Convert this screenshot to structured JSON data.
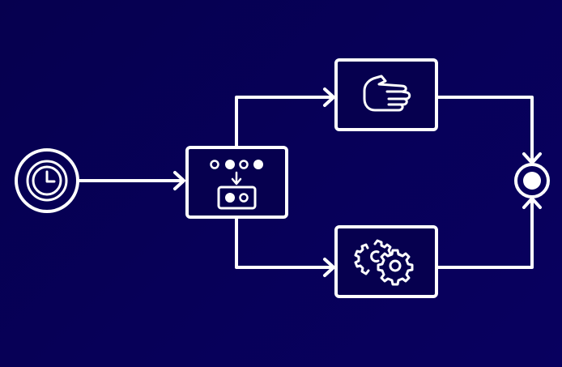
{
  "diagram": {
    "type": "process-flow",
    "colors": {
      "background": "#06004f",
      "stroke": "#ffffff"
    },
    "nodes": [
      {
        "id": "start",
        "kind": "timer-start-event",
        "icon": "clock-icon"
      },
      {
        "id": "gateway",
        "kind": "selection-task",
        "icon": "selection-icon"
      },
      {
        "id": "manual",
        "kind": "manual-task",
        "icon": "hand-icon"
      },
      {
        "id": "service",
        "kind": "service-task",
        "icon": "gears-icon"
      },
      {
        "id": "end",
        "kind": "end-event",
        "icon": "filled-circle-icon"
      }
    ],
    "edges": [
      {
        "from": "start",
        "to": "gateway"
      },
      {
        "from": "gateway",
        "to": "manual"
      },
      {
        "from": "gateway",
        "to": "service"
      },
      {
        "from": "manual",
        "to": "end"
      },
      {
        "from": "service",
        "to": "end"
      }
    ]
  }
}
